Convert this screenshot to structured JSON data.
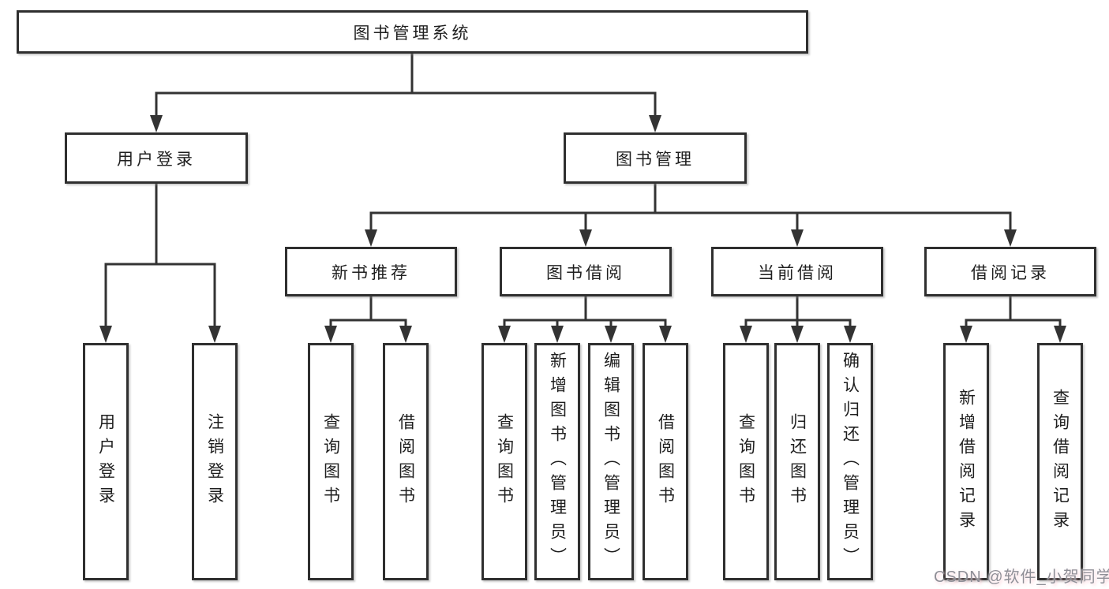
{
  "diagram": {
    "title": "图书管理系统",
    "level2": {
      "user_login": "用户登录",
      "book_mgmt": "图书管理"
    },
    "level3": {
      "new_book_recommend": "新书推荐",
      "book_borrow": "图书借阅",
      "current_borrow": "当前借阅",
      "borrow_records": "借阅记录"
    },
    "leaves": {
      "user_login": "用户登录",
      "logout": "注销登录",
      "rec_query_book": "查询图书",
      "rec_borrow_book": "借阅图书",
      "bb_query_book": "查询图书",
      "bb_add_book": "新增图书（管理员）",
      "bb_edit_book": "编辑图书（管理员）",
      "bb_borrow_book": "借阅图书",
      "cb_query_book": "查询图书",
      "cb_return_book": "归还图书",
      "cb_confirm_return": "确认归还（管理员）",
      "br_add_record": "新增借阅记录",
      "br_query_record": "查询借阅记录"
    }
  },
  "watermark": {
    "text": "CSDN @软件_小贺同学"
  },
  "colors": {
    "line": "#333333",
    "box_border": "#2f2f2f",
    "text": "#1f1f1f",
    "watermark": "#8f8f97",
    "background": "#ffffff"
  }
}
